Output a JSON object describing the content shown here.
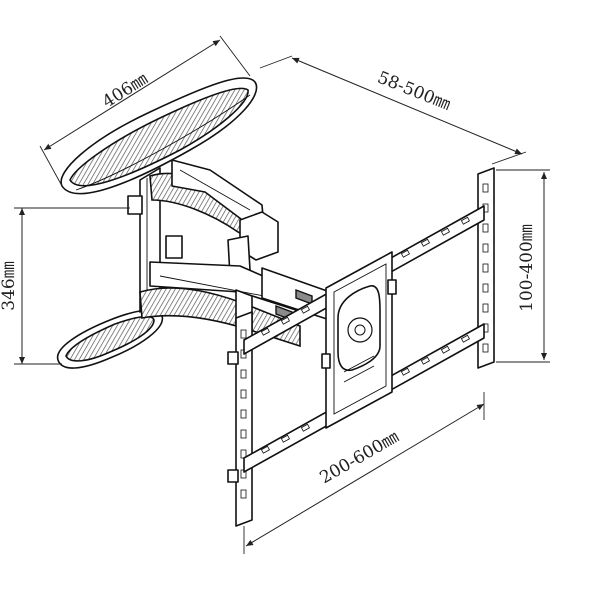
{
  "dimensions": {
    "plate_width": "406㎜",
    "arm_extension": "58-500㎜",
    "plate_height": "346㎜",
    "vesa_vertical": "100-400㎜",
    "vesa_horizontal": "200-600㎜"
  }
}
